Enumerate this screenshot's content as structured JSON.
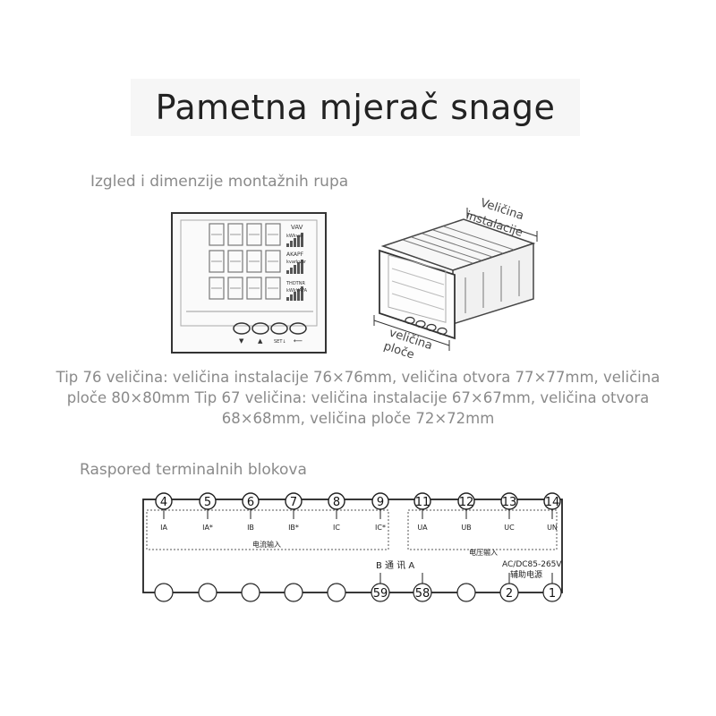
{
  "title": "Pametna mjerač snage",
  "dimensions_section": {
    "heading": "Izgled i dimenzije montažnih rupa",
    "label_install": [
      "Veličina",
      "instalacije"
    ],
    "label_panel": [
      "veličina",
      "ploče"
    ],
    "front_panel_text": {
      "row1_units": "VAV",
      "row1_units2": "kWkvar",
      "row2_units": "AKAPF",
      "row2_units2": "kvarkvar",
      "row3_units": "THDTNR",
      "row3_units2": "kWkVAFA",
      "buttons": [
        "▼",
        "▲",
        "SET↓",
        "⟵"
      ]
    },
    "description": "Tip 76 veličina: veličina instalacije 76×76mm, veličina otvora 77×77mm, veličina ploče 80×80mm Tip 67 veličina: veličina instalacije 67×67mm, veličina otvora 68×68mm, veličina ploče 72×72mm"
  },
  "terminal_section": {
    "heading": "Raspored terminalnih blokova",
    "top_terminals": [
      {
        "num": "4",
        "label": "IA"
      },
      {
        "num": "5",
        "label": "IA*"
      },
      {
        "num": "6",
        "label": "IB"
      },
      {
        "num": "7",
        "label": "IB*"
      },
      {
        "num": "8",
        "label": "IC"
      },
      {
        "num": "9",
        "label": "IC*"
      },
      {
        "num": "11",
        "label": "UA"
      },
      {
        "num": "12",
        "label": "UB"
      },
      {
        "num": "13",
        "label": "UC"
      },
      {
        "num": "14",
        "label": "UN"
      }
    ],
    "current_group_label": "电流输入",
    "voltage_group_label": "电压输入",
    "bottom_terminals": [
      "",
      "",
      "",
      "",
      "",
      "59",
      "58",
      "",
      "2",
      "1"
    ],
    "comm_label": "B  通  讯  A",
    "power_label_line1": "AC/DC85-265V",
    "power_label_line2": "辅助电源"
  }
}
